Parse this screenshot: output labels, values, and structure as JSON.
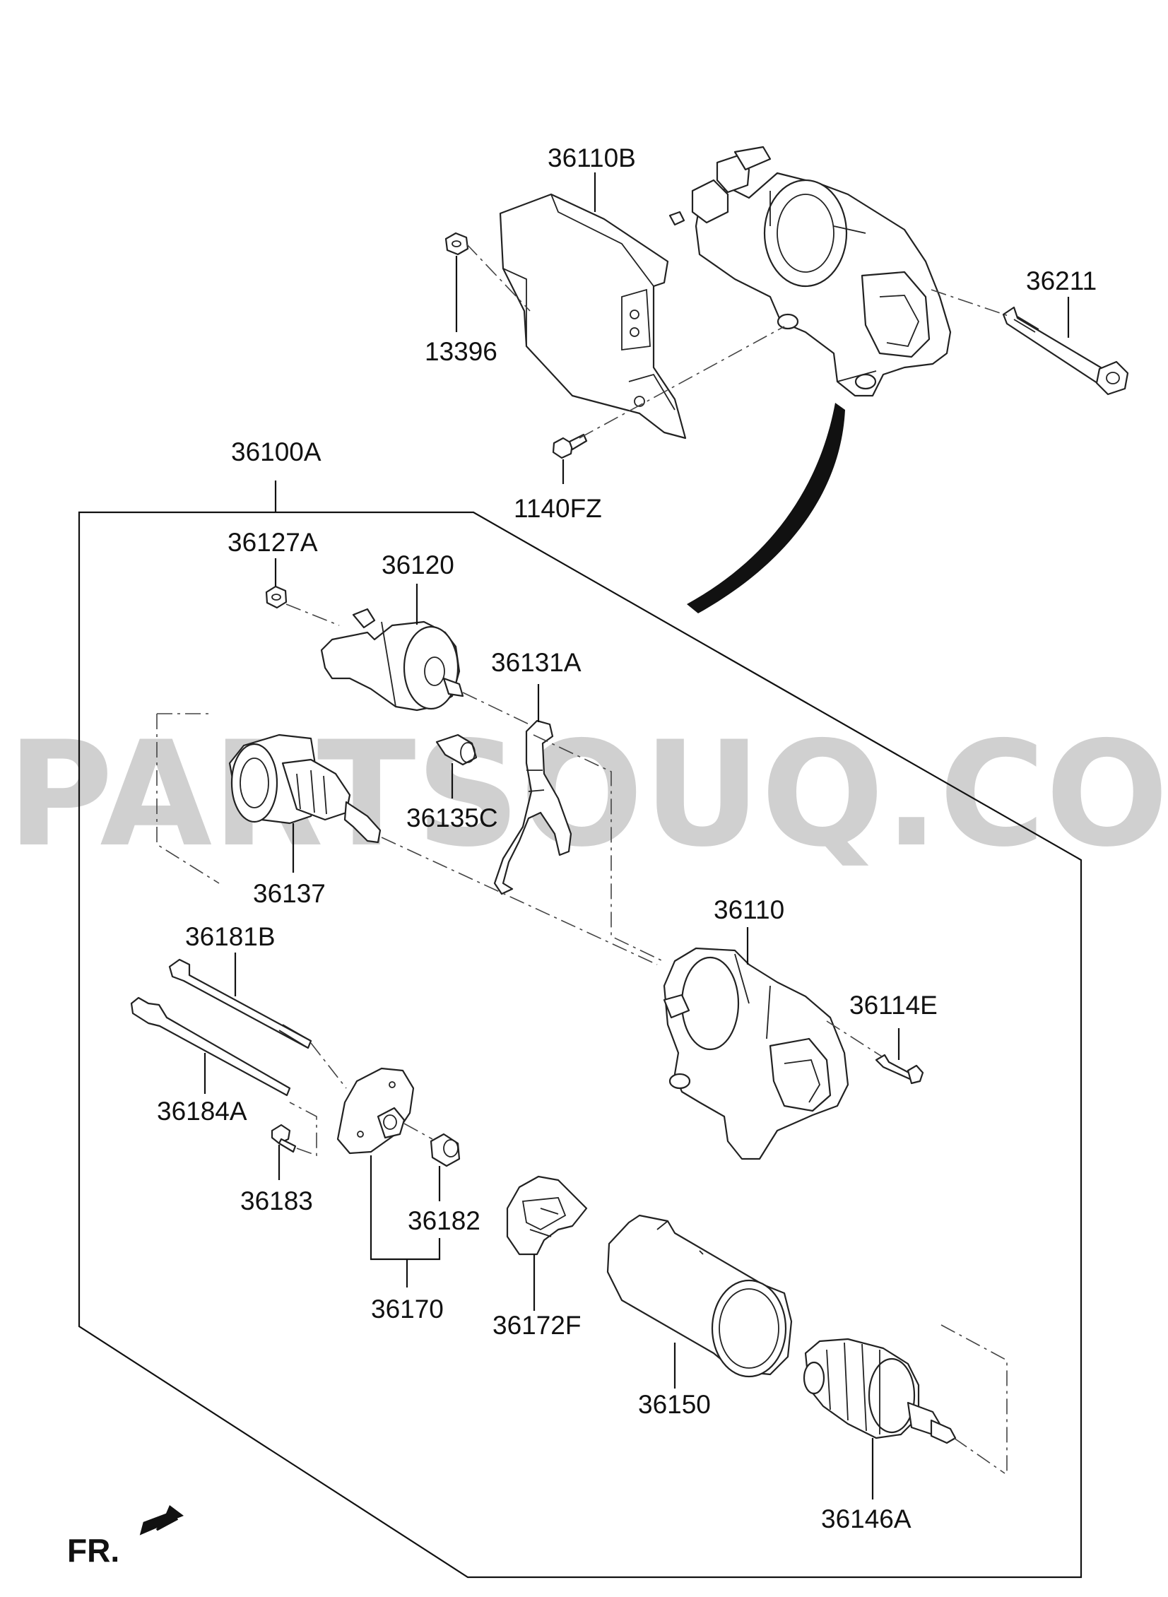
{
  "watermark": "PARTSOUQ.COM",
  "orientation_label": "FR.",
  "parts": {
    "p36110B": "36110B",
    "p13396": "13396",
    "p36211": "36211",
    "p1140FZ": "1140FZ",
    "p36100A": "36100A",
    "p36127A": "36127A",
    "p36120": "36120",
    "p36131A": "36131A",
    "p36135C": "36135C",
    "p36137": "36137",
    "p36110": "36110",
    "p36181B": "36181B",
    "p36114E": "36114E",
    "p36184A": "36184A",
    "p36183": "36183",
    "p36182": "36182",
    "p36170": "36170",
    "p36172F": "36172F",
    "p36150": "36150",
    "p36146A": "36146A"
  }
}
